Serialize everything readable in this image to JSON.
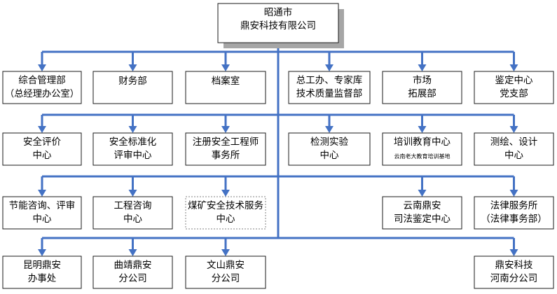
{
  "root": {
    "lines": [
      "昭通市",
      "鼎安科技有限公司"
    ]
  },
  "rows": [
    [
      {
        "lines": [
          "综合管理部",
          "（总经理办公室）"
        ]
      },
      {
        "lines": [
          "财务部"
        ]
      },
      {
        "lines": [
          "档案室"
        ]
      },
      {
        "lines": [
          "总工办、专家库",
          "技术质量监督部"
        ]
      },
      {
        "lines": [
          "市场",
          "拓展部"
        ]
      },
      {
        "lines": [
          "鉴定中心",
          "党支部"
        ]
      }
    ],
    [
      {
        "lines": [
          "安全评价",
          "中心"
        ]
      },
      {
        "lines": [
          "安全标准化",
          "评审中心"
        ]
      },
      {
        "lines": [
          "注册安全工程师",
          "事务所"
        ]
      },
      {
        "lines": [
          "检测实验",
          "中心"
        ]
      },
      {
        "lines": [
          "培训教育中心",
          "云南老大教育培训基地"
        ]
      },
      {
        "lines": [
          "测绘、设计",
          "中心"
        ]
      }
    ],
    [
      {
        "lines": [
          "节能咨询、评审",
          "中心"
        ]
      },
      {
        "lines": [
          "工程咨询",
          "中心"
        ]
      },
      {
        "lines": [
          "煤矿安全技术服务",
          "中心"
        ]
      },
      null,
      {
        "lines": [
          "云南鼎安",
          "司法鉴定中心"
        ]
      },
      {
        "lines": [
          "法律服务所",
          "（法律事务部）"
        ]
      }
    ],
    [
      {
        "lines": [
          "昆明鼎安",
          "办事处"
        ]
      },
      {
        "lines": [
          "曲靖鼎安",
          "分公司"
        ]
      },
      {
        "lines": [
          "文山鼎安",
          "分公司"
        ]
      },
      null,
      null,
      {
        "lines": [
          "鼎安科技",
          "河南分公司"
        ]
      }
    ]
  ],
  "colors": {
    "connector": "#4472c4",
    "border": "#1a1a1a",
    "shadow": "#a6a6a6"
  }
}
